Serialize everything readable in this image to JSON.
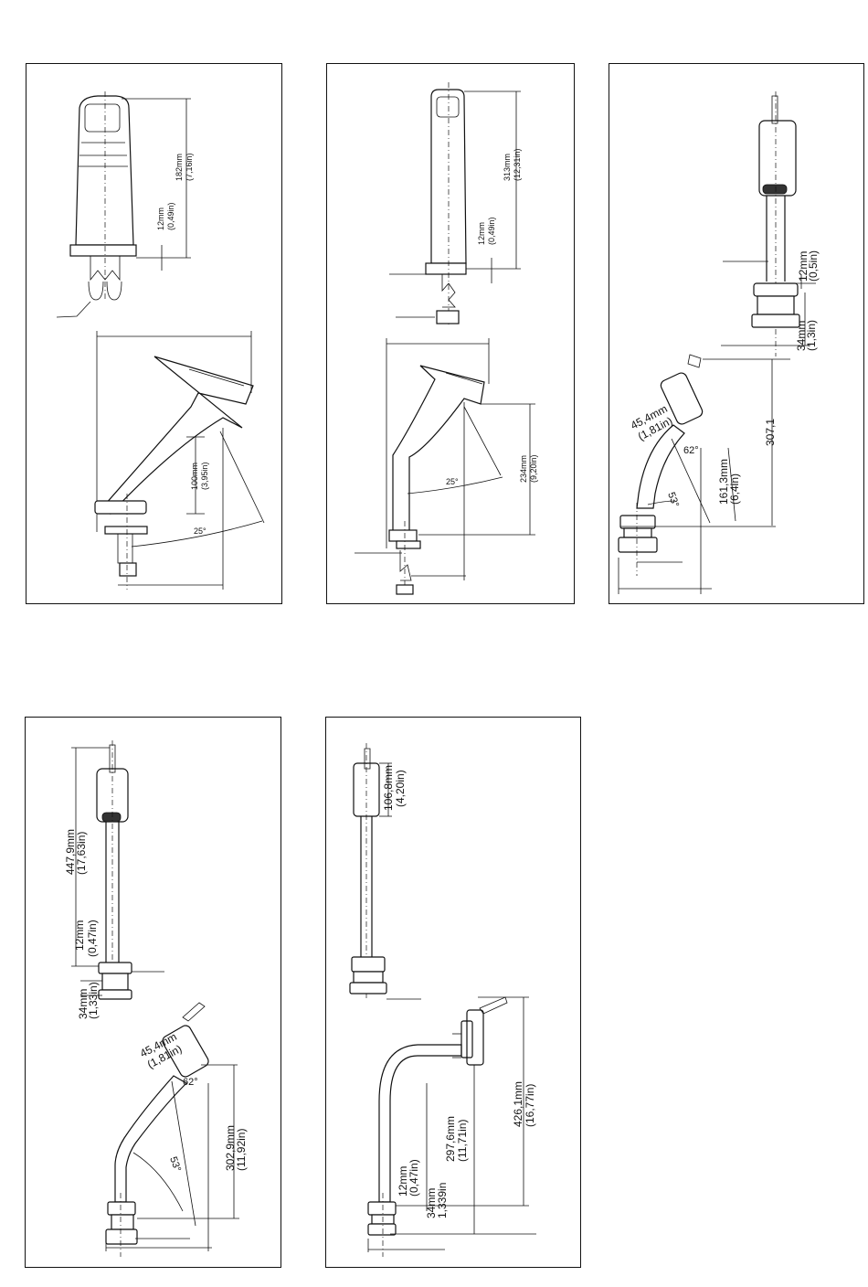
{
  "panels": [
    {
      "dims": [
        "182mm",
        "(7,16in)",
        "12mm",
        "(0,49in)",
        "100mm",
        "(3,95in)",
        "25°"
      ]
    },
    {
      "dims": [
        "313mm",
        "(12,31in)",
        "12mm",
        "(0,49in)",
        "234mm",
        "(9,20in)",
        "25°"
      ]
    },
    {
      "dims": [
        "12mm",
        "(0,5in)",
        "34mm",
        "(1,3in)",
        "45,4mm",
        "(1,81in)",
        "62°",
        "161,3mm",
        "(6,4in)",
        "307,1",
        "53°"
      ]
    },
    {
      "dims": [
        "447,9mm",
        "(17,63in)",
        "12mm",
        "(0,47in)",
        "34mm",
        "(1,33in)",
        "45,4mm",
        "(1,81in)",
        "62°",
        "302,9mm",
        "(11,92in)",
        "53°"
      ]
    },
    {
      "dims": [
        "106,8mm",
        "(4,20in)",
        "12mm",
        "(0,47in)",
        "34mm",
        "1,339in",
        "297,6mm",
        "(11,71in)",
        "426,1mm",
        "(16,77in)"
      ]
    }
  ],
  "colors": {
    "line": "#111111",
    "background": "#ffffff"
  }
}
